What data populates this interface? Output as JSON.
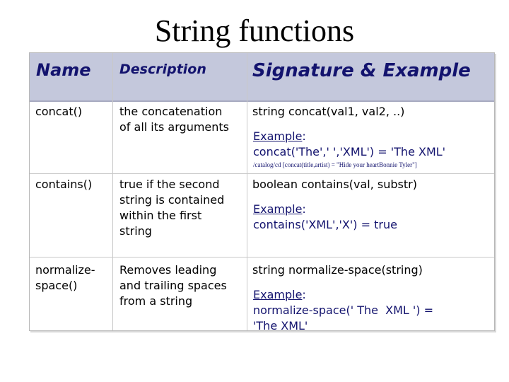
{
  "slide": {
    "title": "String functions"
  },
  "table": {
    "headers": {
      "name": "Name",
      "description": "Description",
      "signature": "Signature & Example"
    },
    "rows": [
      {
        "name": "concat()",
        "description_lines": [
          "the concatenation",
          "of all its arguments"
        ],
        "signature": "string concat(val1, val2, ..)",
        "example_label": "Example",
        "example_colon": ":",
        "example_code": "concat('The',' ','XML') = 'The XML'",
        "note": "/catalog/cd [concat(title,artist) = \"Hide your heartBonnie Tyler\"]"
      },
      {
        "name": "contains()",
        "description_lines": [
          "true if the second",
          "string is contained",
          "within the first",
          "string"
        ],
        "signature": "boolean contains(val, substr)",
        "example_label": "Example",
        "example_colon": ":",
        "example_code": "contains('XML','X') = true"
      },
      {
        "name_lines": [
          "normalize-",
          "space()"
        ],
        "description_lines": [
          "Removes leading",
          "and trailing spaces",
          "from a string"
        ],
        "signature": "string normalize-space(string)",
        "example_label": "Example",
        "example_colon": ":",
        "example_code_lines": [
          "normalize-space(' The  XML ') =",
          "'The XML'"
        ]
      }
    ]
  },
  "colors": {
    "header_bg": "#c4c8dc",
    "header_text": "#13136e",
    "example_text": "#13136e",
    "grid": "#c8c8c8"
  }
}
